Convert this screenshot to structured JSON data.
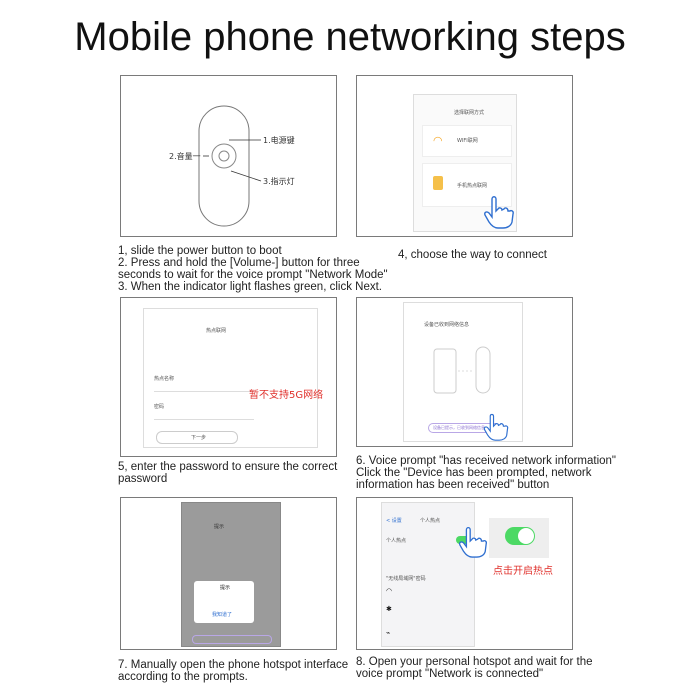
{
  "title": "Mobile phone networking steps",
  "steps": {
    "s1": {
      "label_power": "1.电源键",
      "label_volume": "2.音量一",
      "label_indicator": "3.指示灯",
      "caption": "1, slide the power button to boot\n2. Press and hold the [Volume-] button for three\nseconds to wait for the voice prompt \"Network Mode\"\n3. When the indicator light flashes green, click Next."
    },
    "s4": {
      "screen_title": "选择联网方式",
      "option_wifi": "WIFI联网",
      "option_hotspot": "手机热点联网",
      "caption": "4, choose the way to connect"
    },
    "s5": {
      "screen_title": "热点联网",
      "note_red": "暂不支持5G网络",
      "field_name": "热点名称",
      "field_password": "密码",
      "button": "下一步",
      "caption": "5, enter the password to ensure the correct\npassword"
    },
    "s6": {
      "screen_title": "设备已收到网络信息",
      "button": "设备已提示，已收到网络信息",
      "caption": "6. Voice prompt   \"has received network information\"\nClick the   \"Device has been prompted, network\ninformation has been received\"   button"
    },
    "s7": {
      "screen_title": "提示",
      "dialog_title": "提示",
      "dialog_button": "我知道了",
      "caption": "7. Manually open the phone hotspot interface\naccording to the prompts."
    },
    "s8": {
      "screen_back": "< 设置",
      "screen_title": "个人热点",
      "row_label": "个人热点",
      "wifi_label": "\"无线局域网\"密码",
      "note_red": "点击开启热点",
      "caption": "8. Open your personal hotspot and wait for the\nvoice prompt \"Network is connected\""
    }
  },
  "colors": {
    "red_note": "#e0312c",
    "toggle_green": "#4cd964",
    "purple_button": "#b9a7e6",
    "wifi_orange": "#f5a623"
  }
}
